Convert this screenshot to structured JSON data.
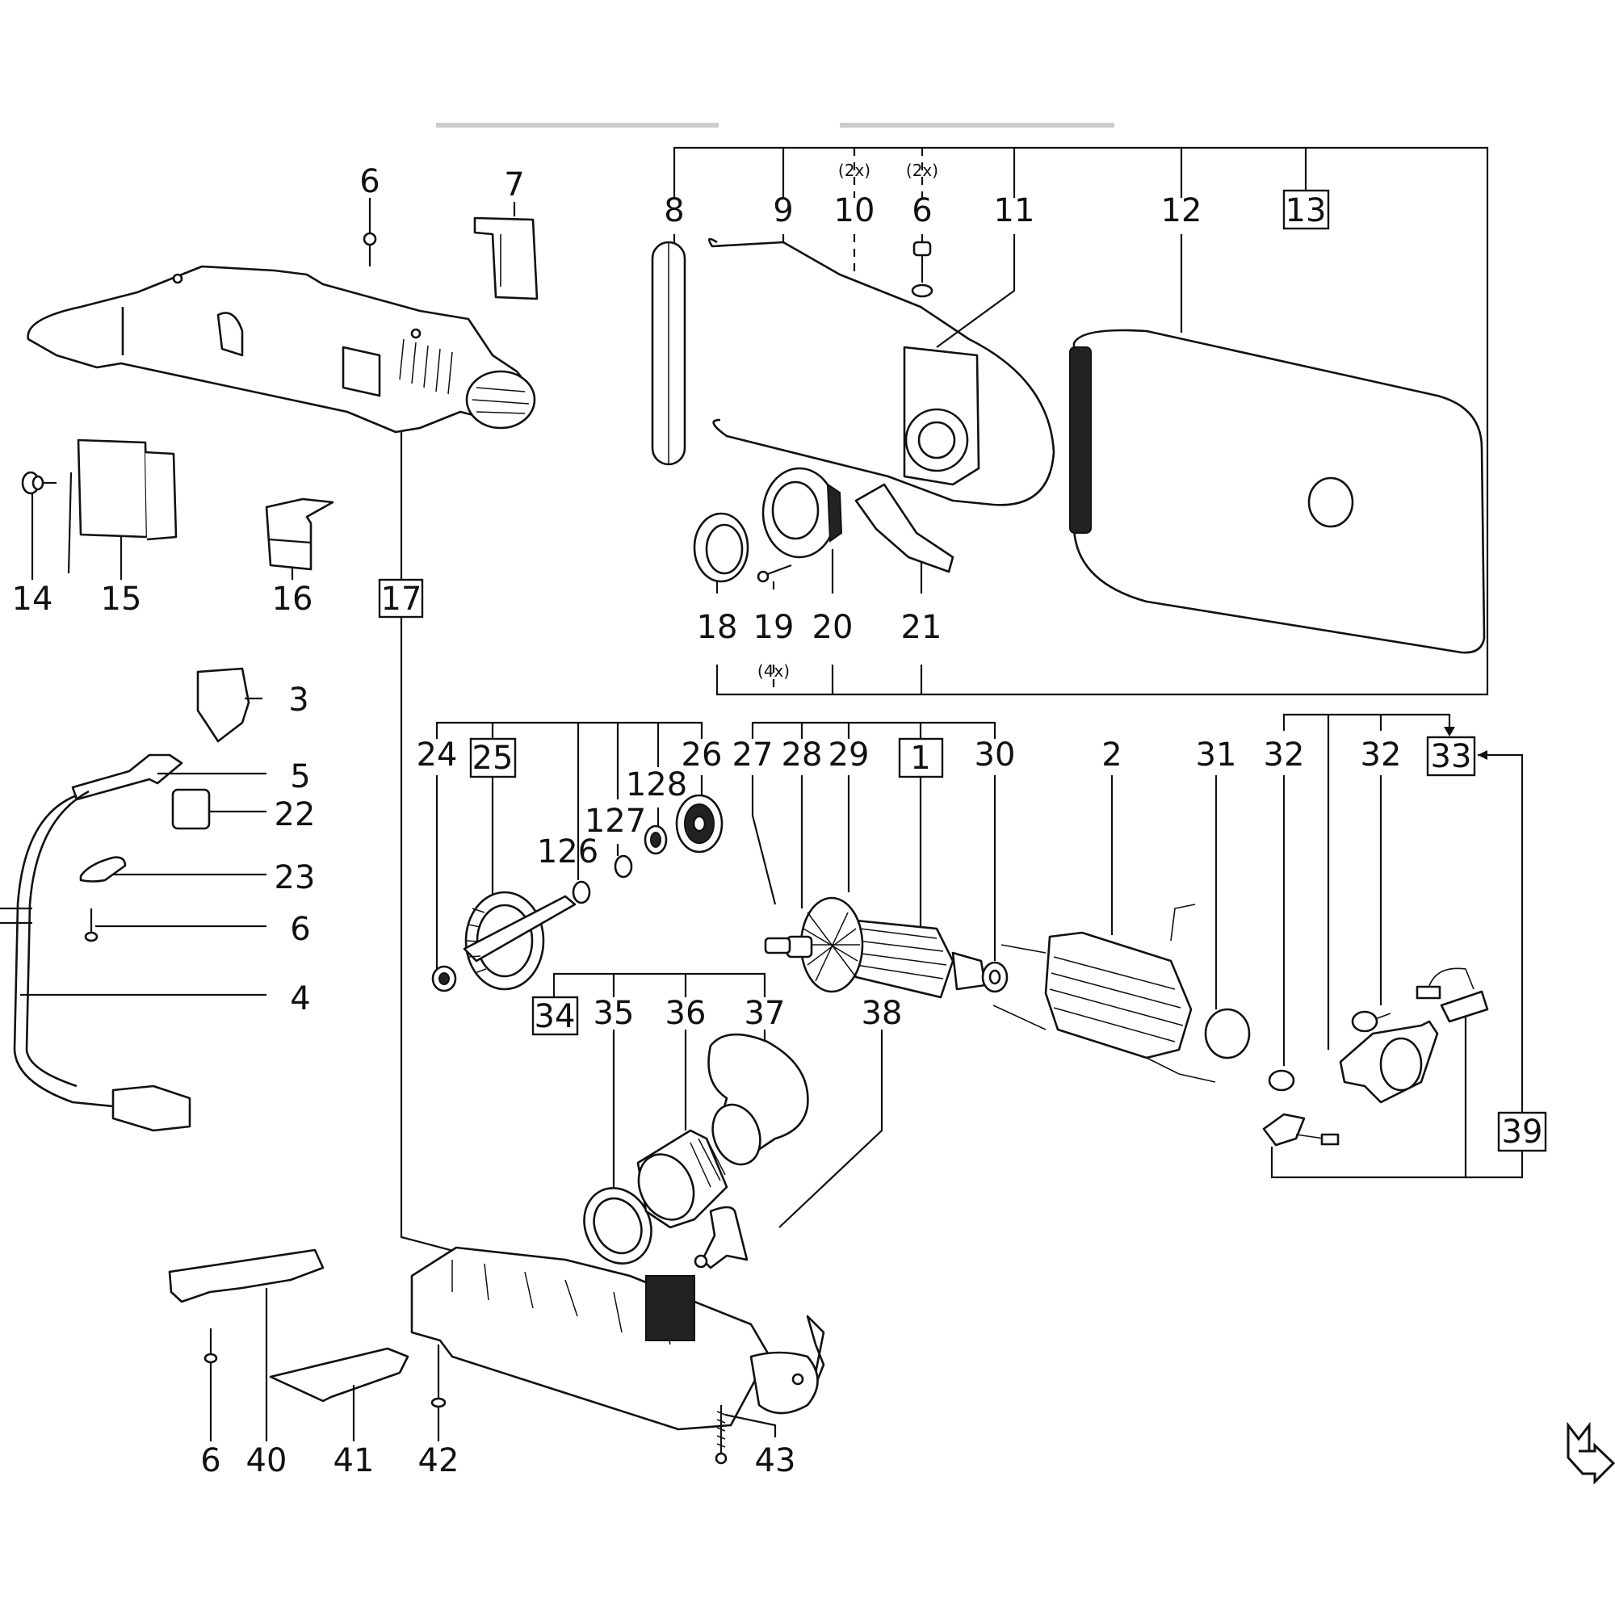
{
  "diagram": {
    "type": "exploded-parts-diagram",
    "subject": "power tool (sander) spare parts",
    "header_text_clipped": true,
    "callouts": [
      {
        "id": "c6a",
        "label": "6"
      },
      {
        "id": "c7",
        "label": "7"
      },
      {
        "id": "c8",
        "label": "8"
      },
      {
        "id": "c9",
        "label": "9"
      },
      {
        "id": "c10",
        "label": "10",
        "qty": "(2x)"
      },
      {
        "id": "c6b",
        "label": "6",
        "qty": "(2x)"
      },
      {
        "id": "c11",
        "label": "11"
      },
      {
        "id": "c12",
        "label": "12"
      },
      {
        "id": "c13",
        "label": "13",
        "boxed": true
      },
      {
        "id": "c14",
        "label": "14"
      },
      {
        "id": "c15",
        "label": "15"
      },
      {
        "id": "c16",
        "label": "16"
      },
      {
        "id": "c17",
        "label": "17",
        "boxed": true
      },
      {
        "id": "c18",
        "label": "18"
      },
      {
        "id": "c19",
        "label": "19",
        "qty": "(4x)"
      },
      {
        "id": "c20",
        "label": "20"
      },
      {
        "id": "c21",
        "label": "21"
      },
      {
        "id": "c3",
        "label": "3"
      },
      {
        "id": "c5",
        "label": "5"
      },
      {
        "id": "c22",
        "label": "22"
      },
      {
        "id": "c23",
        "label": "23"
      },
      {
        "id": "c6c",
        "label": "6"
      },
      {
        "id": "c4",
        "label": "4"
      },
      {
        "id": "c24",
        "label": "24"
      },
      {
        "id": "c25",
        "label": "25",
        "boxed": true
      },
      {
        "id": "c126",
        "label": "126"
      },
      {
        "id": "c127",
        "label": "127"
      },
      {
        "id": "c128",
        "label": "128"
      },
      {
        "id": "c26",
        "label": "26"
      },
      {
        "id": "c27",
        "label": "27"
      },
      {
        "id": "c28",
        "label": "28"
      },
      {
        "id": "c29",
        "label": "29"
      },
      {
        "id": "c1",
        "label": "1",
        "boxed": true
      },
      {
        "id": "c30",
        "label": "30"
      },
      {
        "id": "c2",
        "label": "2"
      },
      {
        "id": "c31",
        "label": "31"
      },
      {
        "id": "c32a",
        "label": "32"
      },
      {
        "id": "c32b",
        "label": "32"
      },
      {
        "id": "c33",
        "label": "33",
        "boxed": true
      },
      {
        "id": "c34",
        "label": "34",
        "boxed": true
      },
      {
        "id": "c35",
        "label": "35"
      },
      {
        "id": "c36",
        "label": "36"
      },
      {
        "id": "c37",
        "label": "37"
      },
      {
        "id": "c38",
        "label": "38"
      },
      {
        "id": "c39",
        "label": "39",
        "boxed": true
      },
      {
        "id": "c6d",
        "label": "6"
      },
      {
        "id": "c40",
        "label": "40"
      },
      {
        "id": "c41",
        "label": "41"
      },
      {
        "id": "c42",
        "label": "42"
      },
      {
        "id": "c43",
        "label": "43"
      }
    ],
    "groups": [
      {
        "assembly": "13",
        "members": [
          "8",
          "9",
          "10",
          "6",
          "11",
          "12",
          "18",
          "19",
          "20",
          "21"
        ]
      },
      {
        "assembly": "25",
        "members": [
          "24",
          "126",
          "127",
          "128",
          "26"
        ]
      },
      {
        "assembly": "1",
        "members": [
          "27",
          "28",
          "29",
          "30"
        ]
      },
      {
        "assembly": "33",
        "members": [
          "32",
          "32"
        ]
      },
      {
        "assembly": "39",
        "members": [
          "33"
        ]
      },
      {
        "assembly": "34",
        "members": [
          "35",
          "36",
          "37"
        ]
      },
      {
        "assembly": "17",
        "members": [
          "housing-cover",
          "housing-base"
        ]
      }
    ],
    "icons": {
      "page_turn": "next-page-arrow-icon"
    }
  }
}
